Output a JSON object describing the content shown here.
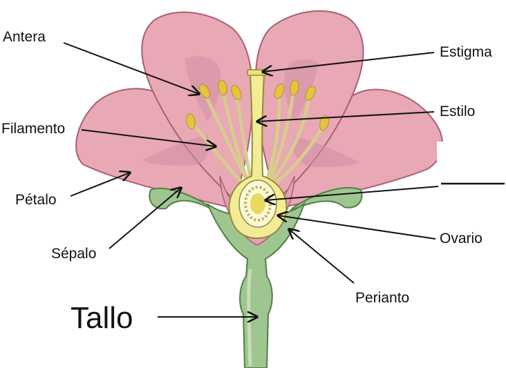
{
  "labels": {
    "antera": "Antera",
    "filamento": "Filamento",
    "petalo": "Pétalo",
    "sepalo": "Sépalo",
    "tallo": "Tallo",
    "estigma": "Estigma",
    "estilo": "Estilo",
    "ovario": "Ovario",
    "perianto": "Perianto"
  },
  "colors": {
    "petal": "#e8a8b4",
    "petal_shade": "#cf8ea6",
    "green": "#9fc690",
    "green_dark": "#6a9b5e",
    "pistil": "#f3eb95",
    "anther": "#e6c43c",
    "filament": "#d8cc8e"
  }
}
